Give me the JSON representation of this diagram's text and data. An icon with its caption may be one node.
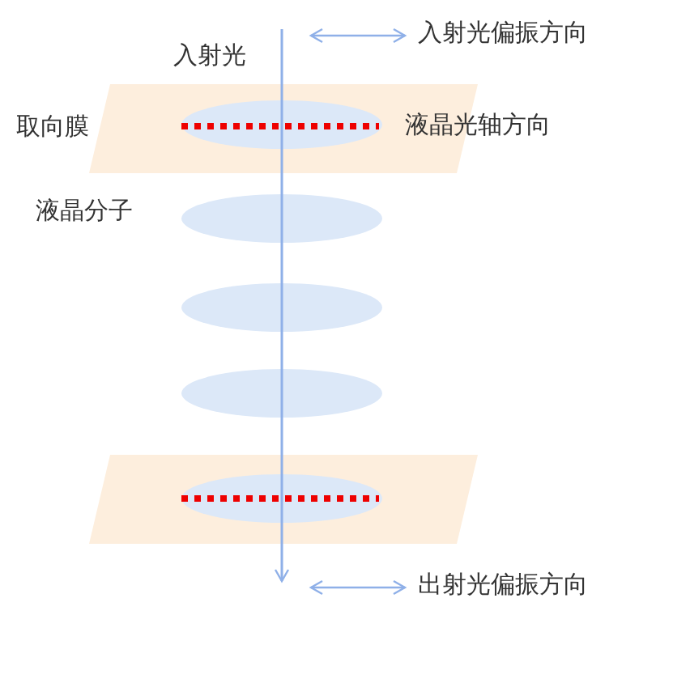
{
  "diagram": {
    "labels": [
      "入射光偏振方向",
      "入射光",
      "取向膜",
      "液晶光轴方向",
      "液晶分子",
      "出射光偏振方向"
    ]
  }
}
